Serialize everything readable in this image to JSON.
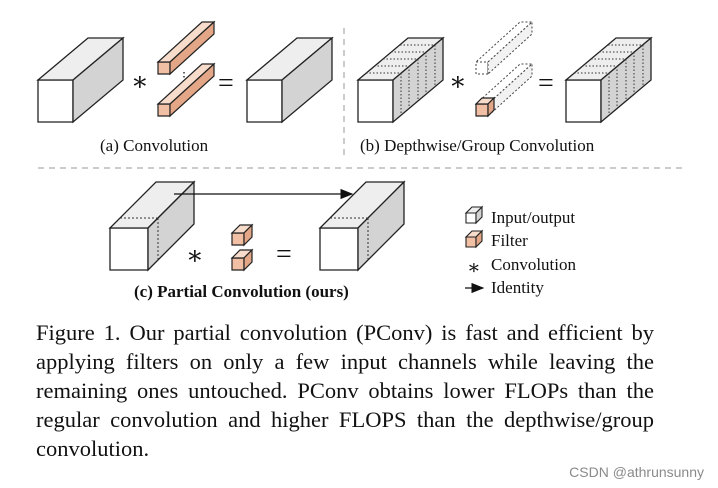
{
  "panels": {
    "a": {
      "label": "(a) Convolution"
    },
    "b": {
      "label": "(b) Depthwise/Group Convolution"
    },
    "c": {
      "label": "(c) Partial Convolution (ours)"
    }
  },
  "operators": {
    "conv": "∗",
    "equals": "="
  },
  "legend": {
    "items": [
      {
        "icon": "cube-icon",
        "label": "Input/output"
      },
      {
        "icon": "filter-icon",
        "label": "Filter"
      },
      {
        "icon": "asterisk-icon",
        "label": "Convolution"
      },
      {
        "icon": "arrow-icon",
        "label": "Identity"
      }
    ]
  },
  "caption": {
    "text": "Figure 1. Our partial convolution (PConv) is fast and efficient by applying filters on only a few input channels while leaving the remaining ones untouched. PConv obtains lower FLOPs than the regular convolution and higher FLOPS than the depthwise/group convolution."
  },
  "watermark": {
    "text": "CSDN @athrunsunny"
  },
  "colors": {
    "filter": "#f1bfa3",
    "front": "#ffffff",
    "top": "#eeeeee",
    "side": "#d3d3d3",
    "stroke": "#222222"
  }
}
